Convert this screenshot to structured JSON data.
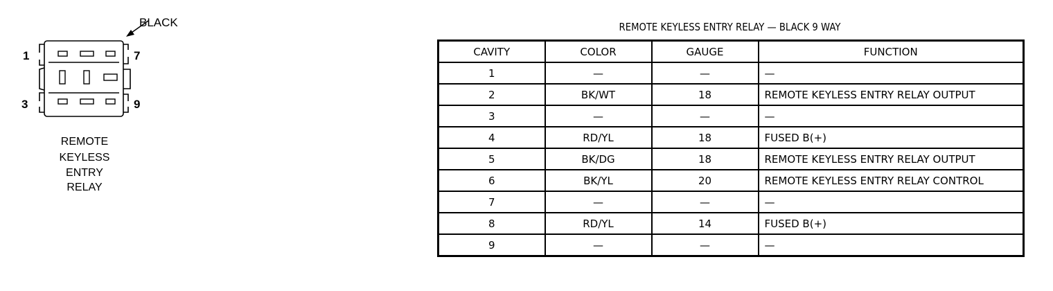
{
  "connector": {
    "color_callout": "BLACK",
    "pin_labels": {
      "top_left": "1",
      "top_right": "7",
      "bottom_left": "3",
      "bottom_right": "9"
    },
    "name_lines": [
      "REMOTE",
      "KEYLESS",
      "ENTRY",
      "RELAY"
    ]
  },
  "table": {
    "title": "REMOTE KEYLESS ENTRY RELAY — BLACK 9 WAY",
    "headers": [
      "CAVITY",
      "COLOR",
      "GAUGE",
      "FUNCTION"
    ],
    "rows": [
      {
        "cavity": "1",
        "color": "—",
        "gauge": "—",
        "function": "—"
      },
      {
        "cavity": "2",
        "color": "BK/WT",
        "gauge": "18",
        "function": "REMOTE KEYLESS ENTRY RELAY OUTPUT"
      },
      {
        "cavity": "3",
        "color": "—",
        "gauge": "—",
        "function": "—"
      },
      {
        "cavity": "4",
        "color": "RD/YL",
        "gauge": "18",
        "function": "FUSED B(+)"
      },
      {
        "cavity": "5",
        "color": "BK/DG",
        "gauge": "18",
        "function": "REMOTE KEYLESS ENTRY RELAY OUTPUT"
      },
      {
        "cavity": "6",
        "color": "BK/YL",
        "gauge": "20",
        "function": "REMOTE KEYLESS ENTRY RELAY CONTROL"
      },
      {
        "cavity": "7",
        "color": "—",
        "gauge": "—",
        "function": "—"
      },
      {
        "cavity": "8",
        "color": "RD/YL",
        "gauge": "14",
        "function": "FUSED B(+)"
      },
      {
        "cavity": "9",
        "color": "—",
        "gauge": "—",
        "function": "—"
      }
    ]
  }
}
